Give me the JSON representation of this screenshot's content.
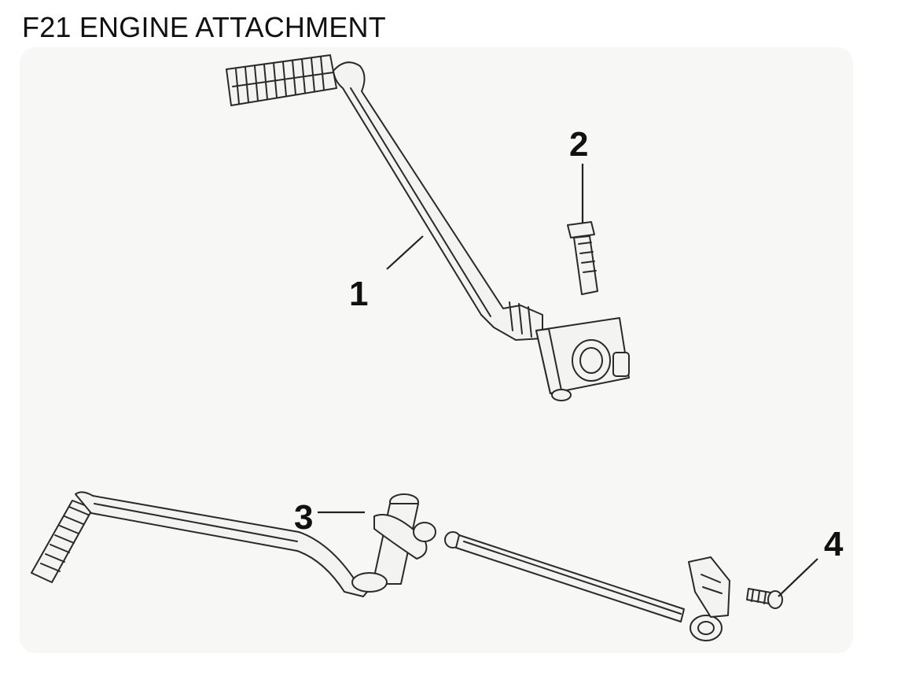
{
  "title": "F21 ENGINE ATTACHMENT",
  "callouts": [
    {
      "number": "1",
      "part": "kick-start-lever"
    },
    {
      "number": "2",
      "part": "bolt"
    },
    {
      "number": "3",
      "part": "gear-shift-pedal"
    },
    {
      "number": "4",
      "part": "bolt"
    }
  ]
}
